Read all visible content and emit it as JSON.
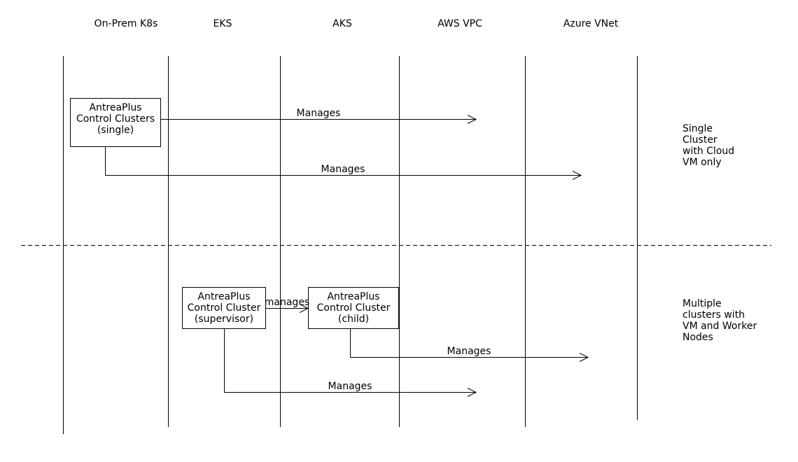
{
  "lanes": [
    {
      "label": "On-Prem K8s"
    },
    {
      "label": "EKS"
    },
    {
      "label": "AKS"
    },
    {
      "label": "AWS VPC"
    },
    {
      "label": "Azure VNet"
    }
  ],
  "sections": {
    "single": {
      "note": [
        "Single",
        "Cluster",
        "with Cloud",
        "VM only"
      ],
      "box": {
        "lines": [
          "AntreaPlus",
          "Control Clusters",
          "(single)"
        ]
      },
      "arrows": [
        {
          "label": "Manages",
          "target": "AWS VPC"
        },
        {
          "label": "Manages",
          "target": "Azure VNet"
        }
      ]
    },
    "multi": {
      "note": [
        "Multiple",
        "clusters with",
        "VM and Worker",
        "Nodes"
      ],
      "supervisor_box": {
        "lines": [
          "AntreaPlus",
          "Control Cluster",
          "(supervisor)"
        ]
      },
      "child_box": {
        "lines": [
          "AntreaPlus",
          "Control Cluster",
          "(child)"
        ]
      },
      "arrows": [
        {
          "label": "manages",
          "from": "supervisor",
          "target": "child"
        },
        {
          "label": "Manages",
          "from": "child",
          "target": "Azure VNet"
        },
        {
          "label": "Manages",
          "from": "supervisor",
          "target": "AWS VPC"
        }
      ]
    }
  }
}
